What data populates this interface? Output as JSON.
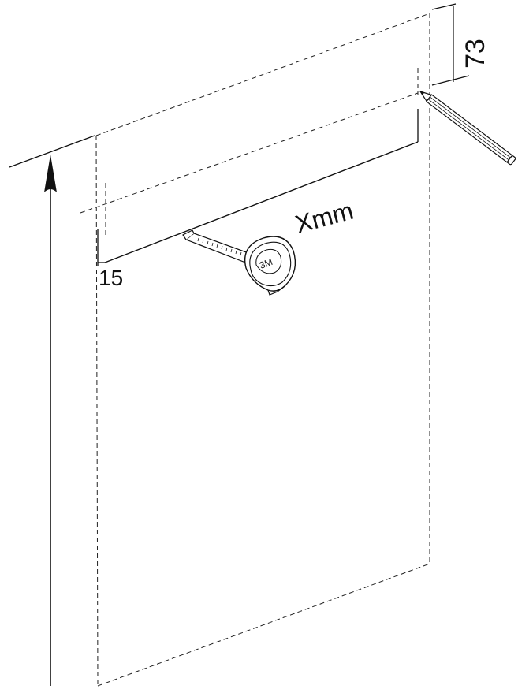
{
  "labels": {
    "offset_top": "73",
    "offset_side": "15",
    "width_measure": "Xmm",
    "tape_brand": "3M"
  },
  "icons": [
    "pencil-icon",
    "tape-measure-icon",
    "arrow-up-icon"
  ],
  "colors": {
    "line": "#111111",
    "background": "#ffffff"
  }
}
